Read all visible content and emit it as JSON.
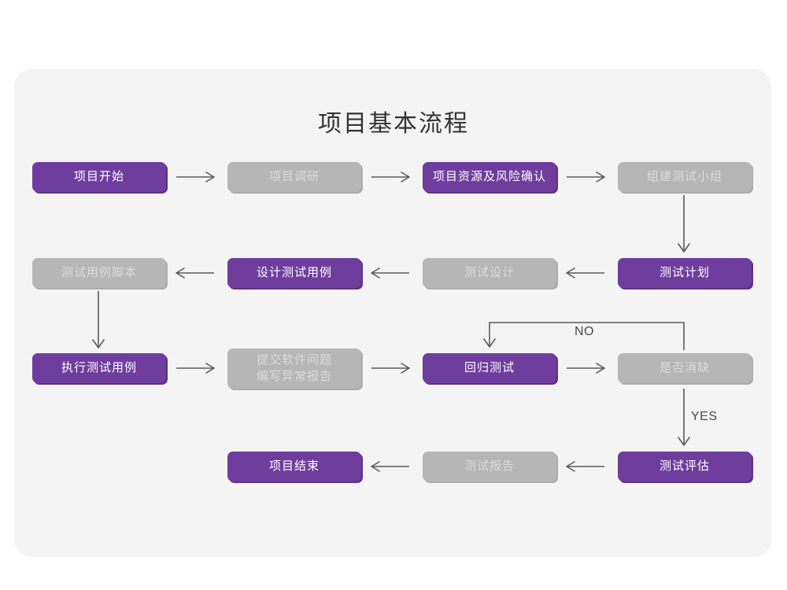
{
  "page": {
    "title": "项目基本流程",
    "background_color": "#ffffff",
    "card_color": "#f4f4f4"
  },
  "palette": {
    "purple": "#6f3d9e",
    "purple_shadow": "#5e3087",
    "purple_text": "#ffffff",
    "gray": "#b6b6b6",
    "gray_shadow": "#ababab",
    "gray_text": "#dcdcdc",
    "arrow": "#5a5a5a",
    "title_text": "#333333"
  },
  "chart_data": {
    "type": "diagram",
    "title": "项目基本流程",
    "nodes": [
      {
        "id": "n1",
        "label": "项目开始",
        "style": "purple",
        "row": 1,
        "col": 1
      },
      {
        "id": "n2",
        "label": "项目调研",
        "style": "gray",
        "row": 1,
        "col": 2
      },
      {
        "id": "n3",
        "label": "项目资源及风险确认",
        "style": "purple",
        "row": 1,
        "col": 3
      },
      {
        "id": "n4",
        "label": "组建测试小组",
        "style": "gray",
        "row": 1,
        "col": 4
      },
      {
        "id": "n5",
        "label": "测试用例脚本",
        "style": "gray",
        "row": 2,
        "col": 1
      },
      {
        "id": "n6",
        "label": "设计测试用例",
        "style": "purple",
        "row": 2,
        "col": 2
      },
      {
        "id": "n7",
        "label": "测试设计",
        "style": "gray",
        "row": 2,
        "col": 3
      },
      {
        "id": "n8",
        "label": "测试计划",
        "style": "purple",
        "row": 2,
        "col": 4
      },
      {
        "id": "n9",
        "label": "执行测试用例",
        "style": "purple",
        "row": 3,
        "col": 1
      },
      {
        "id": "n10",
        "label": "提交软件问题\n编写异常报告",
        "style": "gray",
        "row": 3,
        "col": 2
      },
      {
        "id": "n11",
        "label": "回归测试",
        "style": "purple",
        "row": 3,
        "col": 3
      },
      {
        "id": "n12",
        "label": "是否消缺",
        "style": "gray",
        "row": 3,
        "col": 4
      },
      {
        "id": "n13",
        "label": "项目结束",
        "style": "purple",
        "row": 4,
        "col": 2
      },
      {
        "id": "n14",
        "label": "测试报告",
        "style": "gray",
        "row": 4,
        "col": 3
      },
      {
        "id": "n15",
        "label": "测试评估",
        "style": "purple",
        "row": 4,
        "col": 4
      }
    ],
    "edges": [
      {
        "from": "n1",
        "to": "n2",
        "label": "",
        "direction": "right"
      },
      {
        "from": "n2",
        "to": "n3",
        "label": "",
        "direction": "right"
      },
      {
        "from": "n3",
        "to": "n4",
        "label": "",
        "direction": "right"
      },
      {
        "from": "n4",
        "to": "n8",
        "label": "",
        "direction": "down"
      },
      {
        "from": "n8",
        "to": "n7",
        "label": "",
        "direction": "left"
      },
      {
        "from": "n7",
        "to": "n6",
        "label": "",
        "direction": "left"
      },
      {
        "from": "n6",
        "to": "n5",
        "label": "",
        "direction": "left"
      },
      {
        "from": "n5",
        "to": "n9",
        "label": "",
        "direction": "down"
      },
      {
        "from": "n9",
        "to": "n10",
        "label": "",
        "direction": "right"
      },
      {
        "from": "n10",
        "to": "n11",
        "label": "",
        "direction": "right"
      },
      {
        "from": "n11",
        "to": "n12",
        "label": "",
        "direction": "right"
      },
      {
        "from": "n12",
        "to": "n11",
        "label": "NO",
        "direction": "loop-up-left-down"
      },
      {
        "from": "n12",
        "to": "n15",
        "label": "YES",
        "direction": "down"
      },
      {
        "from": "n15",
        "to": "n14",
        "label": "",
        "direction": "left"
      },
      {
        "from": "n14",
        "to": "n13",
        "label": "",
        "direction": "left"
      }
    ],
    "edge_labels": [
      {
        "id": "lbl-no",
        "text": "NO"
      },
      {
        "id": "lbl-yes",
        "text": "YES"
      }
    ]
  }
}
